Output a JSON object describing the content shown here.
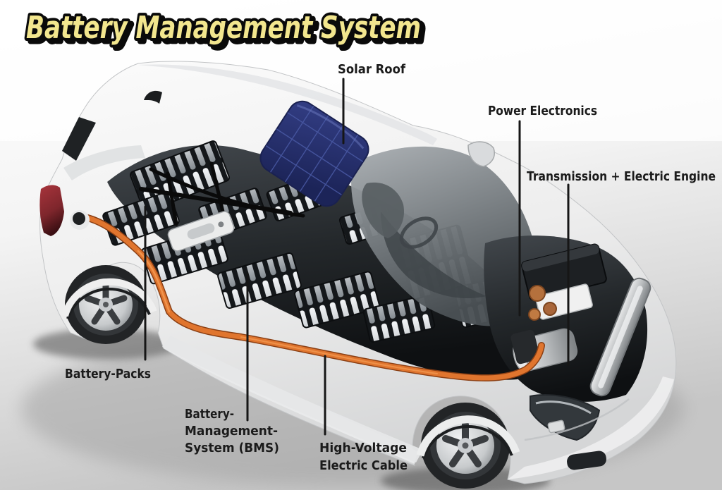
{
  "title": "Battery Management System",
  "labels": {
    "solar_roof": {
      "text": "Solar Roof"
    },
    "power_electronics": {
      "text": "Power Electronics"
    },
    "transmission": {
      "text": "Transmission + Electric Engine"
    },
    "battery_packs": {
      "text": "Battery-Packs"
    },
    "bms": {
      "line1": "Battery-",
      "line2": "Management-",
      "line3": "System (BMS)"
    },
    "high_voltage": {
      "line1": "High-Voltage",
      "line2": "Electric Cable"
    }
  },
  "colors": {
    "title_fill": "#F2E68E",
    "title_outline": "#0A0A0A",
    "label_text": "#1B1B1B",
    "leader_line": "#161616",
    "solar_panel": "#2A3374",
    "solar_grid": "#4A5AA5",
    "hv_cable_orange": "#E0752E",
    "car_body": "#F3F3F3",
    "cutaway_dark": "#1F2225",
    "battery_stripe": "#DDE1E4",
    "tire": "#26282A",
    "rim": "#D8DADC",
    "taillight_red": "#7E262C",
    "background_bottom": "#C9C9C9"
  }
}
